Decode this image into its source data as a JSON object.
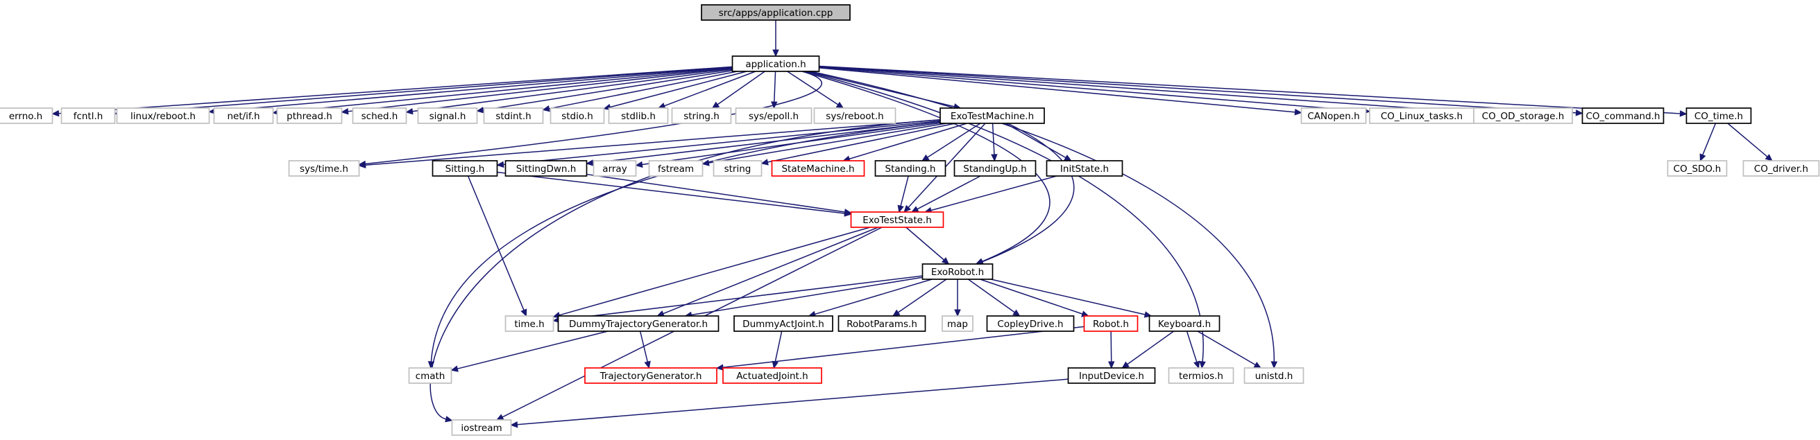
{
  "title": "src/apps/application.cpp",
  "colors": {
    "edge": "#191970",
    "documented_border": "#000000",
    "undocumented_border": "#bfbfbf",
    "incomplete_border": "#ff0000",
    "root_fill": "#bfbfbf"
  },
  "nodes": [
    {
      "id": "src_apps_application_cpp",
      "label": "src/apps/application.cpp",
      "kind": "root"
    },
    {
      "id": "application_h",
      "label": "application.h",
      "kind": "documented"
    },
    {
      "id": "errno_h",
      "label": "errno.h",
      "kind": "undocumented"
    },
    {
      "id": "fcntl_h",
      "label": "fcntl.h",
      "kind": "undocumented"
    },
    {
      "id": "linux_reboot_h",
      "label": "linux/reboot.h",
      "kind": "undocumented"
    },
    {
      "id": "net_if_h",
      "label": "net/if.h",
      "kind": "undocumented"
    },
    {
      "id": "pthread_h",
      "label": "pthread.h",
      "kind": "undocumented"
    },
    {
      "id": "sched_h",
      "label": "sched.h",
      "kind": "undocumented"
    },
    {
      "id": "signal_h",
      "label": "signal.h",
      "kind": "undocumented"
    },
    {
      "id": "stdint_h",
      "label": "stdint.h",
      "kind": "undocumented"
    },
    {
      "id": "stdio_h",
      "label": "stdio.h",
      "kind": "undocumented"
    },
    {
      "id": "stdlib_h",
      "label": "stdlib.h",
      "kind": "undocumented"
    },
    {
      "id": "string_h",
      "label": "string.h",
      "kind": "undocumented"
    },
    {
      "id": "sys_epoll_h",
      "label": "sys/epoll.h",
      "kind": "undocumented"
    },
    {
      "id": "sys_reboot_h",
      "label": "sys/reboot.h",
      "kind": "undocumented"
    },
    {
      "id": "ExoTestMachine_h",
      "label": "ExoTestMachine.h",
      "kind": "documented"
    },
    {
      "id": "CANopen_h",
      "label": "CANopen.h",
      "kind": "undocumented"
    },
    {
      "id": "CO_Linux_tasks_h",
      "label": "CO_Linux_tasks.h",
      "kind": "undocumented"
    },
    {
      "id": "CO_OD_storage_h",
      "label": "CO_OD_storage.h",
      "kind": "undocumented"
    },
    {
      "id": "CO_command_h",
      "label": "CO_command.h",
      "kind": "documented"
    },
    {
      "id": "CO_time_h",
      "label": "CO_time.h",
      "kind": "documented"
    },
    {
      "id": "sys_time_h",
      "label": "sys/time.h",
      "kind": "undocumented"
    },
    {
      "id": "Sitting_h",
      "label": "Sitting.h",
      "kind": "documented"
    },
    {
      "id": "SittingDwn_h",
      "label": "SittingDwn.h",
      "kind": "documented"
    },
    {
      "id": "array",
      "label": "array",
      "kind": "undocumented"
    },
    {
      "id": "fstream",
      "label": "fstream",
      "kind": "undocumented"
    },
    {
      "id": "string",
      "label": "string",
      "kind": "undocumented"
    },
    {
      "id": "StateMachine_h",
      "label": "StateMachine.h",
      "kind": "incomplete"
    },
    {
      "id": "Standing_h",
      "label": "Standing.h",
      "kind": "documented"
    },
    {
      "id": "StandingUp_h",
      "label": "StandingUp.h",
      "kind": "documented"
    },
    {
      "id": "InitState_h",
      "label": "InitState.h",
      "kind": "documented"
    },
    {
      "id": "CO_SDO_h",
      "label": "CO_SDO.h",
      "kind": "undocumented"
    },
    {
      "id": "CO_driver_h",
      "label": "CO_driver.h",
      "kind": "undocumented"
    },
    {
      "id": "ExoTestState_h",
      "label": "ExoTestState.h",
      "kind": "incomplete"
    },
    {
      "id": "ExoRobot_h",
      "label": "ExoRobot.h",
      "kind": "documented"
    },
    {
      "id": "time_h",
      "label": "time.h",
      "kind": "undocumented"
    },
    {
      "id": "DummyTrajectoryGenerator_h",
      "label": "DummyTrajectoryGenerator.h",
      "kind": "documented"
    },
    {
      "id": "DummyActJoint_h",
      "label": "DummyActJoint.h",
      "kind": "documented"
    },
    {
      "id": "RobotParams_h",
      "label": "RobotParams.h",
      "kind": "documented"
    },
    {
      "id": "map",
      "label": "map",
      "kind": "undocumented"
    },
    {
      "id": "CopleyDrive_h",
      "label": "CopleyDrive.h",
      "kind": "documented"
    },
    {
      "id": "Robot_h",
      "label": "Robot.h",
      "kind": "incomplete"
    },
    {
      "id": "Keyboard_h",
      "label": "Keyboard.h",
      "kind": "documented"
    },
    {
      "id": "cmath",
      "label": "cmath",
      "kind": "undocumented"
    },
    {
      "id": "TrajectoryGenerator_h",
      "label": "TrajectoryGenerator.h",
      "kind": "incomplete"
    },
    {
      "id": "ActuatedJoint_h",
      "label": "ActuatedJoint.h",
      "kind": "incomplete"
    },
    {
      "id": "InputDevice_h",
      "label": "InputDevice.h",
      "kind": "documented"
    },
    {
      "id": "termios_h",
      "label": "termios.h",
      "kind": "undocumented"
    },
    {
      "id": "unistd_h",
      "label": "unistd.h",
      "kind": "undocumented"
    },
    {
      "id": "iostream",
      "label": "iostream",
      "kind": "undocumented"
    }
  ],
  "edges": [
    [
      "src_apps_application_cpp",
      "application_h"
    ],
    [
      "application_h",
      "errno_h"
    ],
    [
      "application_h",
      "fcntl_h"
    ],
    [
      "application_h",
      "linux_reboot_h"
    ],
    [
      "application_h",
      "net_if_h"
    ],
    [
      "application_h",
      "pthread_h"
    ],
    [
      "application_h",
      "sched_h"
    ],
    [
      "application_h",
      "signal_h"
    ],
    [
      "application_h",
      "stdint_h"
    ],
    [
      "application_h",
      "stdio_h"
    ],
    [
      "application_h",
      "stdlib_h"
    ],
    [
      "application_h",
      "string_h"
    ],
    [
      "application_h",
      "sys_epoll_h"
    ],
    [
      "application_h",
      "sys_reboot_h"
    ],
    [
      "application_h",
      "ExoTestMachine_h"
    ],
    [
      "application_h",
      "CANopen_h"
    ],
    [
      "application_h",
      "CO_Linux_tasks_h"
    ],
    [
      "application_h",
      "CO_OD_storage_h"
    ],
    [
      "application_h",
      "CO_command_h"
    ],
    [
      "application_h",
      "CO_time_h"
    ],
    [
      "application_h",
      "sys_time_h"
    ],
    [
      "application_h",
      "ExoRobot_h"
    ],
    [
      "application_h",
      "termios_h"
    ],
    [
      "application_h",
      "unistd_h"
    ],
    [
      "ExoTestMachine_h",
      "sys_time_h"
    ],
    [
      "ExoTestMachine_h",
      "Sitting_h"
    ],
    [
      "ExoTestMachine_h",
      "SittingDwn_h"
    ],
    [
      "ExoTestMachine_h",
      "array"
    ],
    [
      "ExoTestMachine_h",
      "fstream"
    ],
    [
      "ExoTestMachine_h",
      "string"
    ],
    [
      "ExoTestMachine_h",
      "StateMachine_h"
    ],
    [
      "ExoTestMachine_h",
      "Standing_h"
    ],
    [
      "ExoTestMachine_h",
      "StandingUp_h"
    ],
    [
      "ExoTestMachine_h",
      "InitState_h"
    ],
    [
      "ExoTestMachine_h",
      "ExoTestState_h"
    ],
    [
      "ExoTestMachine_h",
      "ExoRobot_h"
    ],
    [
      "ExoTestMachine_h",
      "cmath"
    ],
    [
      "ExoTestMachine_h",
      "iostream"
    ],
    [
      "CO_time_h",
      "CO_SDO_h"
    ],
    [
      "CO_time_h",
      "CO_driver_h"
    ],
    [
      "Sitting_h",
      "ExoTestState_h"
    ],
    [
      "Sitting_h",
      "time_h"
    ],
    [
      "SittingDwn_h",
      "ExoTestState_h"
    ],
    [
      "Standing_h",
      "ExoTestState_h"
    ],
    [
      "StandingUp_h",
      "ExoTestState_h"
    ],
    [
      "InitState_h",
      "ExoTestState_h"
    ],
    [
      "ExoTestState_h",
      "ExoRobot_h"
    ],
    [
      "ExoTestState_h",
      "time_h"
    ],
    [
      "ExoTestState_h",
      "DummyTrajectoryGenerator_h"
    ],
    [
      "ExoTestState_h",
      "iostream"
    ],
    [
      "ExoRobot_h",
      "time_h"
    ],
    [
      "ExoRobot_h",
      "DummyTrajectoryGenerator_h"
    ],
    [
      "ExoRobot_h",
      "DummyActJoint_h"
    ],
    [
      "ExoRobot_h",
      "RobotParams_h"
    ],
    [
      "ExoRobot_h",
      "map"
    ],
    [
      "ExoRobot_h",
      "CopleyDrive_h"
    ],
    [
      "ExoRobot_h",
      "Robot_h"
    ],
    [
      "ExoRobot_h",
      "Keyboard_h"
    ],
    [
      "DummyTrajectoryGenerator_h",
      "TrajectoryGenerator_h"
    ],
    [
      "DummyTrajectoryGenerator_h",
      "cmath"
    ],
    [
      "DummyActJoint_h",
      "ActuatedJoint_h"
    ],
    [
      "Robot_h",
      "TrajectoryGenerator_h"
    ],
    [
      "Robot_h",
      "InputDevice_h"
    ],
    [
      "Keyboard_h",
      "InputDevice_h"
    ],
    [
      "Keyboard_h",
      "termios_h"
    ],
    [
      "Keyboard_h",
      "unistd_h"
    ],
    [
      "InputDevice_h",
      "iostream"
    ]
  ]
}
